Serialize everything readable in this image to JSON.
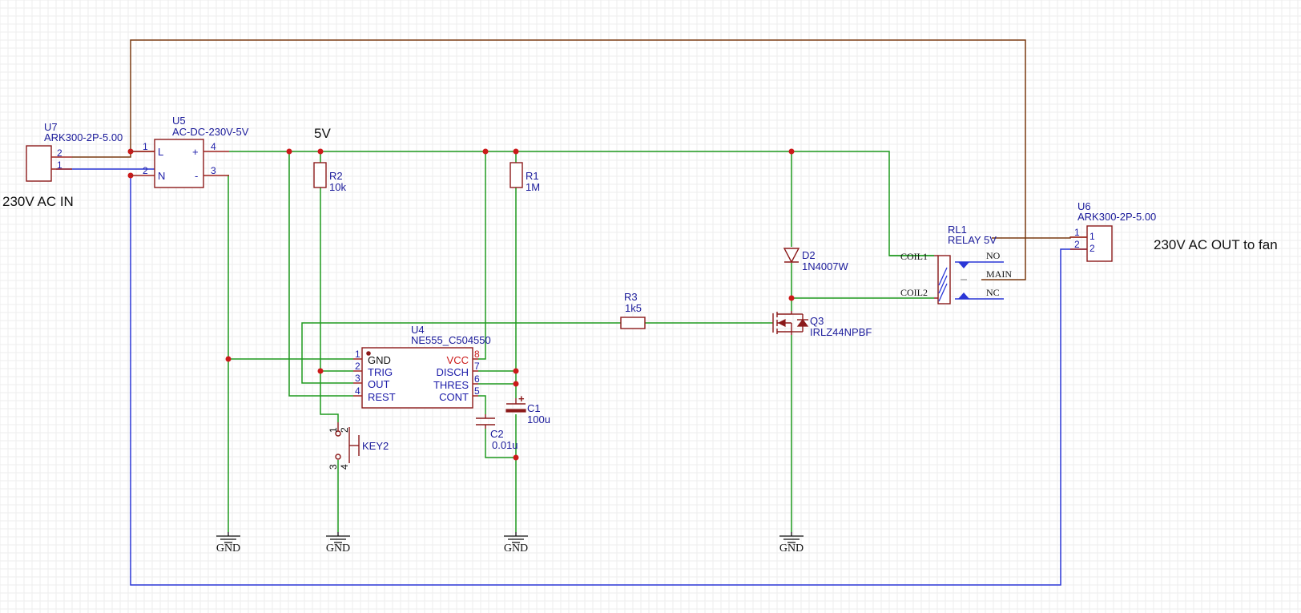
{
  "labels": {
    "ac_in": "230V AC IN",
    "ac_out": "230V AC OUT to fan",
    "net_5v": "5V",
    "gnd": "GND"
  },
  "components": {
    "U7": {
      "ref": "U7",
      "value": "ARK300-2P-5.00",
      "pins": [
        "2",
        "1"
      ]
    },
    "U5": {
      "ref": "U5",
      "value": "AC-DC-230V-5V",
      "pins": [
        "1",
        "2",
        "4",
        "3"
      ],
      "pin_names": [
        "L",
        "N",
        "+",
        "-"
      ]
    },
    "R2": {
      "ref": "R2",
      "value": "10k"
    },
    "R1": {
      "ref": "R1",
      "value": "1M"
    },
    "R3": {
      "ref": "R3",
      "value": "1k5"
    },
    "D2": {
      "ref": "D2",
      "value": "1N4007W"
    },
    "Q3": {
      "ref": "Q3",
      "value": "IRLZ44NPBF"
    },
    "C1": {
      "ref": "C1",
      "value": "100u",
      "polarity": "+"
    },
    "C2": {
      "ref": "C2",
      "value": "0.01u"
    },
    "KEY2": {
      "ref": "KEY2",
      "pins": [
        "1",
        "2",
        "3",
        "4"
      ]
    },
    "RL1": {
      "ref": "RL1",
      "value": "RELAY 5V",
      "coil1": "COIL1",
      "coil2": "COIL2",
      "no": "NO",
      "main": "MAIN",
      "nc": "NC"
    },
    "U6": {
      "ref": "U6",
      "value": "ARK300-2P-5.00",
      "pins": [
        "1",
        "2"
      ]
    },
    "U4": {
      "ref": "U4",
      "value": "NE555_C504550",
      "left_pins": [
        {
          "num": "1",
          "name": "GND"
        },
        {
          "num": "2",
          "name": "TRIG"
        },
        {
          "num": "3",
          "name": "OUT"
        },
        {
          "num": "4",
          "name": "REST"
        }
      ],
      "right_pins": [
        {
          "num": "8",
          "name": "VCC"
        },
        {
          "num": "7",
          "name": "DISCH"
        },
        {
          "num": "6",
          "name": "THRES"
        },
        {
          "num": "5",
          "name": "CONT"
        }
      ]
    }
  },
  "colors": {
    "wire_5v_gnd": "#1f9a1f",
    "wire_neutral": "#2a36d6",
    "wire_live": "#7a3a10",
    "symbol": "#8b1a1a",
    "junction": "#cc1a1a",
    "labels": "#1a1a9a"
  }
}
